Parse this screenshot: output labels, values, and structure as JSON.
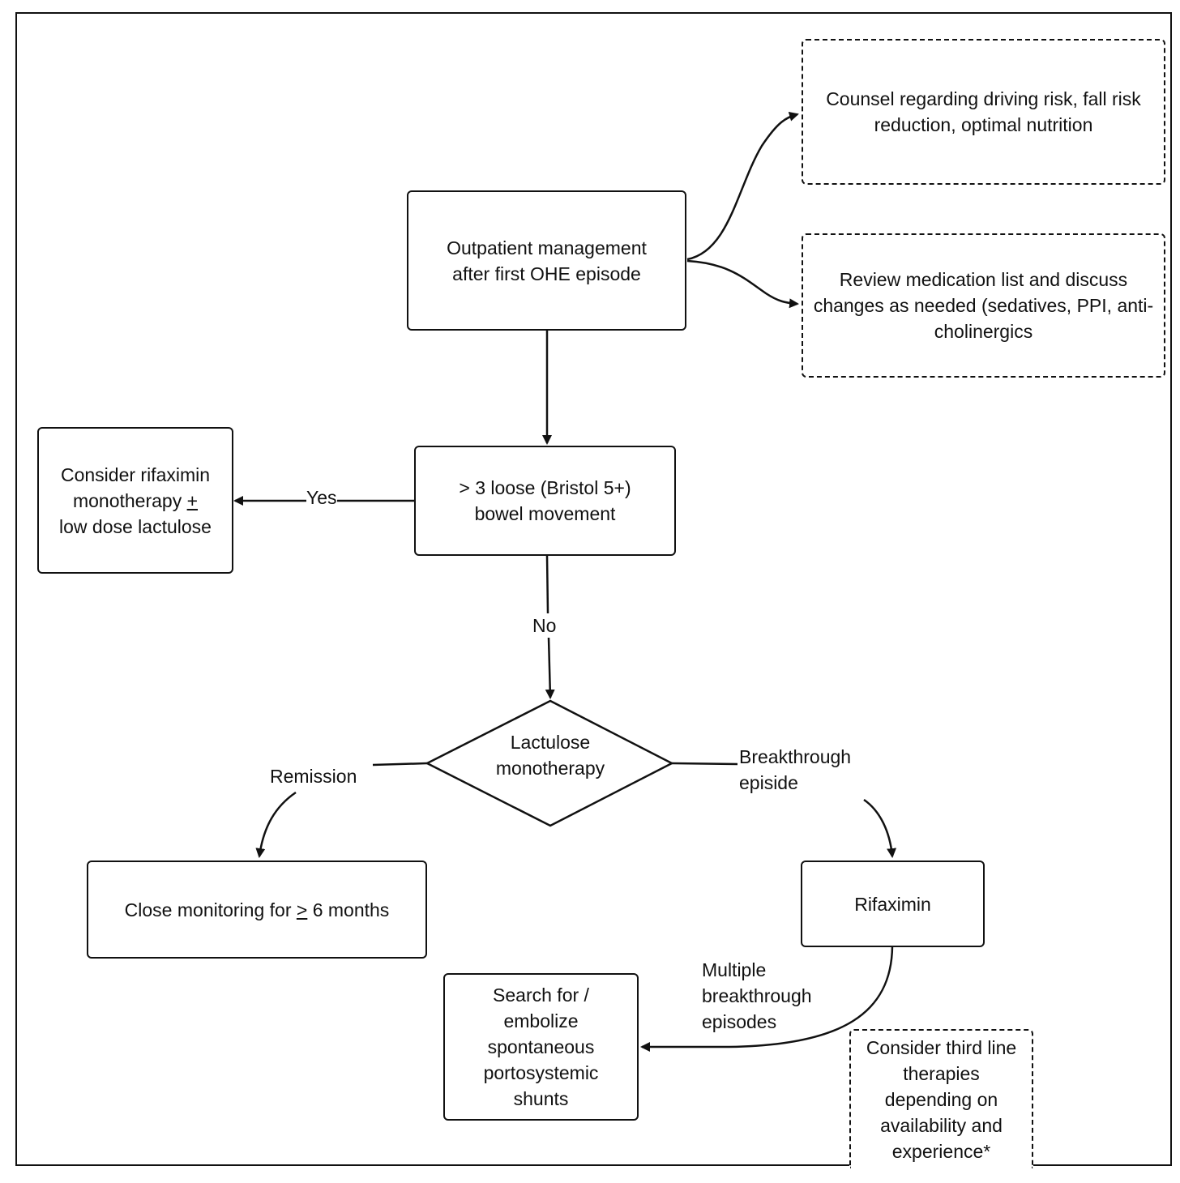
{
  "nodes": {
    "outpatient": "Outpatient management after first OHE episode",
    "counsel": "Counsel regarding driving risk, fall risk reduction, optimal nutrition",
    "review_meds": "Review medication list and discuss changes as needed (sedatives, PPI, anti-cholinergics",
    "loose_bm": "> 3 loose (Bristol 5+) bowel movement",
    "rifaximin_mono": {
      "line1": "Consider rifaximin",
      "line2_a": "monotherapy ",
      "line2_sym": "+",
      "line3": "low dose lactulose"
    },
    "lactulose": "Lactulose monotherapy",
    "close_monitoring": {
      "pre": "Close monitoring for ",
      "sym": ">",
      "post": " 6 months"
    },
    "rifaximin": "Rifaximin",
    "embolize": "Search for / embolize spontaneous portosystemic shunts",
    "third_line": "Consider third line therapies depending on availability and experience*"
  },
  "edges": {
    "yes": "Yes",
    "no": "No",
    "remission": "Remission",
    "breakthrough": "Breakthrough episide",
    "multiple": "Multiple breakthrough episodes"
  }
}
